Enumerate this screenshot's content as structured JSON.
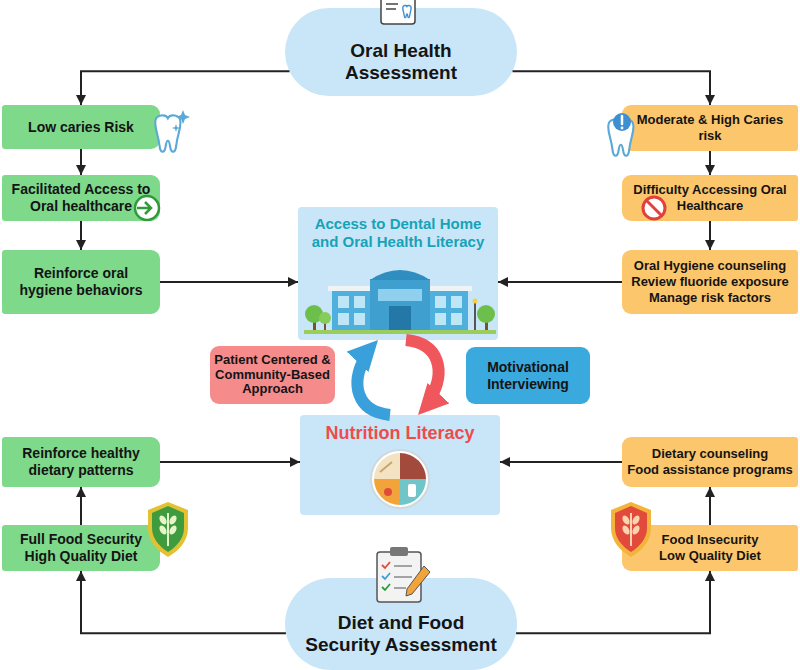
{
  "diagram": {
    "nodes": [
      {
        "text": [
          "Oral Health Assessment"
        ]
      },
      {
        "text": [
          "Low caries Risk"
        ]
      },
      {
        "text": [
          "Moderate & High Caries risk"
        ]
      },
      {
        "text": [
          "Facilitated Access to Oral healthcare"
        ]
      },
      {
        "text": [
          "Difficulty Accessing Oral Healthcare"
        ]
      },
      {
        "text": [
          "Access to Dental Home and Oral Health Literacy"
        ]
      },
      {
        "text": [
          "Reinforce oral hygiene behaviors"
        ]
      },
      {
        "text": [
          "Oral Hygiene counseling",
          "Review fluoride exposure",
          "Manage risk factors"
        ]
      },
      {
        "text": [
          "Patient Centered & Community-Based Approach"
        ]
      },
      {
        "text": [
          "Motivational Interviewing"
        ]
      },
      {
        "text": [
          "Nutrition Literacy"
        ]
      },
      {
        "text": [
          "Reinforce healthy dietary patterns"
        ]
      },
      {
        "text": [
          "Dietary counseling",
          "Food assistance programs"
        ]
      },
      {
        "text": [
          "Full Food Security",
          "High Quality Diet"
        ]
      },
      {
        "text": [
          "Food Insecurity",
          "Low Quality Diet"
        ]
      },
      {
        "text": [
          "Diet and Food Security Assessment"
        ]
      }
    ],
    "edges": [
      {
        "from": 0,
        "to": 1,
        "arrow": "to"
      },
      {
        "from": 0,
        "to": 2,
        "arrow": "to"
      },
      {
        "from": 1,
        "to": 3,
        "arrow": "to"
      },
      {
        "from": 3,
        "to": 6,
        "arrow": "to"
      },
      {
        "from": 6,
        "to": 5,
        "arrow": "to"
      },
      {
        "from": 2,
        "to": 4,
        "arrow": "to"
      },
      {
        "from": 4,
        "to": 7,
        "arrow": "to"
      },
      {
        "from": 7,
        "to": 5,
        "arrow": "to"
      },
      {
        "from": 5,
        "to": 10,
        "arrow": "to"
      },
      {
        "from": 10,
        "to": 5,
        "arrow": "to"
      },
      {
        "from": 13,
        "to": 11,
        "arrow": "to"
      },
      {
        "from": 11,
        "to": 10,
        "arrow": "to"
      },
      {
        "from": 14,
        "to": 12,
        "arrow": "to"
      },
      {
        "from": 12,
        "to": 10,
        "arrow": "to"
      },
      {
        "from": 15,
        "to": 13,
        "arrow": "to"
      },
      {
        "from": 15,
        "to": 14,
        "arrow": "to"
      }
    ]
  }
}
